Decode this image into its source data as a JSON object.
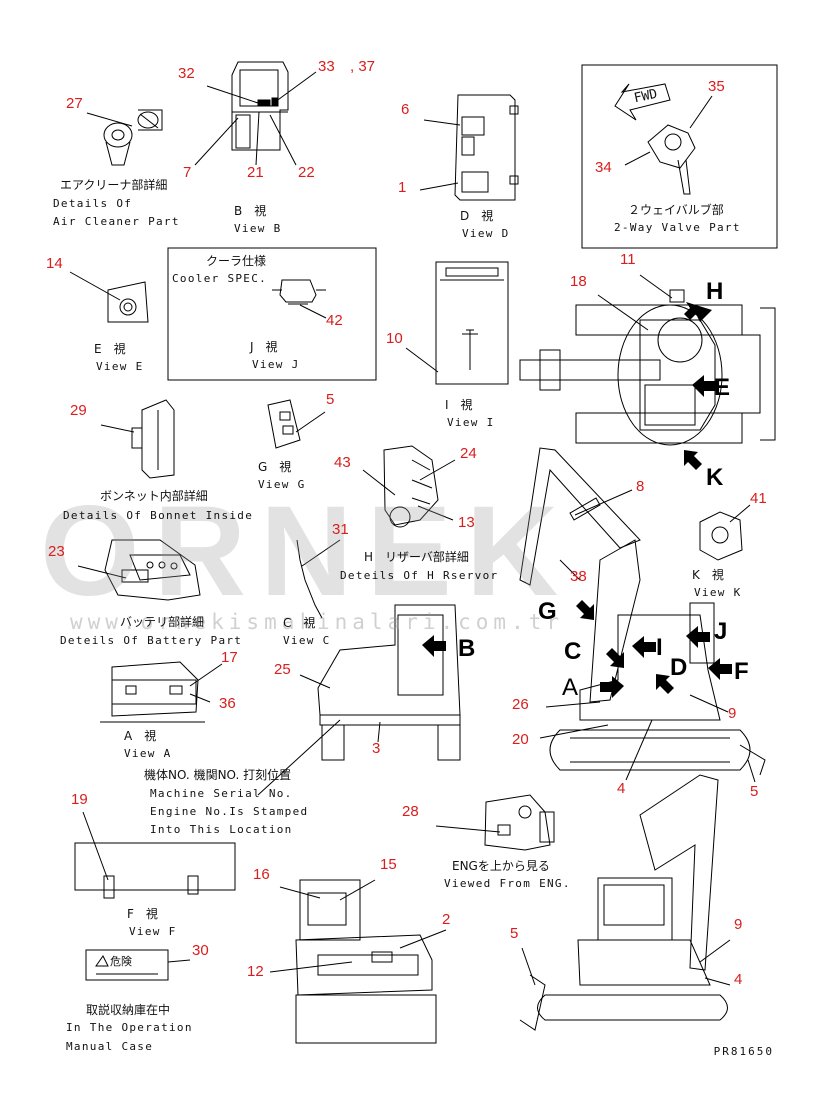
{
  "watermark": {
    "brand": "ORNEK",
    "url": "www.ornekismakinalari.com.tr"
  },
  "drawing_code": "PR81650",
  "views": {
    "air_cleaner": {
      "ja": "エアクリーナ部詳細",
      "en1": "Details Of",
      "en2": "Air Cleaner Part"
    },
    "view_b": {
      "ja": "B　視",
      "en": "View B"
    },
    "view_d": {
      "ja": "D　視",
      "en": "View D"
    },
    "way_valve": {
      "ja": "２ウェイバルブ部",
      "en": "2-Way Valve Part",
      "fwd": "FWD"
    },
    "cooler": {
      "ja": "クーラ仕様",
      "en": "Cooler SPEC."
    },
    "view_j": {
      "ja": "J　視",
      "en": "View J"
    },
    "view_e": {
      "ja": "E　視",
      "en": "View E"
    },
    "view_i": {
      "ja": "I　視",
      "en": "View I"
    },
    "bonnet": {
      "ja": "ボンネット内部詳細",
      "en": "Details Of Bonnet Inside"
    },
    "view_g": {
      "ja": "G　視",
      "en": "View G"
    },
    "reservoir": {
      "ja": "H　リザーバ部詳細",
      "en": "Deteils Of H Rservor"
    },
    "battery": {
      "ja": "バッテリ部詳細",
      "en": "Deteils Of Battery Part"
    },
    "view_c": {
      "ja": "C　視",
      "en": "View C"
    },
    "view_k": {
      "ja": "K　視",
      "en": "View K"
    },
    "view_a": {
      "ja": "A　視",
      "en": "View A"
    },
    "serial": {
      "ja": "機体NO. 機関NO. 打刻位置",
      "en1": "Machine Serial No.",
      "en2": "Engine No.Is Stamped",
      "en3": "Into This Location"
    },
    "from_eng": {
      "ja": "ENGを上から見る",
      "en": "Viewed From ENG."
    },
    "view_f": {
      "ja": "F　視",
      "en": "View F"
    },
    "manual": {
      "ja": "取説収納庫在中",
      "en1": "In The Operation",
      "en2": "Manual Case",
      "label": "危険"
    }
  },
  "callouts": [
    "27",
    "32",
    "33",
    ", 37",
    "6",
    "35",
    "34",
    "1",
    "7",
    "21",
    "22",
    "14",
    "42",
    "10",
    "18",
    "11",
    "29",
    "5",
    "43",
    "24",
    "13",
    "8",
    "41",
    "23",
    "31",
    "38",
    "17",
    "36",
    "25",
    "3",
    "26",
    "20",
    "9",
    "4",
    "5",
    "19",
    "28",
    "16",
    "15",
    "2",
    "12",
    "30",
    "9",
    "4",
    "5"
  ],
  "markers": [
    "H",
    "E",
    "K",
    "B",
    "G",
    "C",
    "I",
    "J",
    "D",
    "F",
    "A"
  ]
}
